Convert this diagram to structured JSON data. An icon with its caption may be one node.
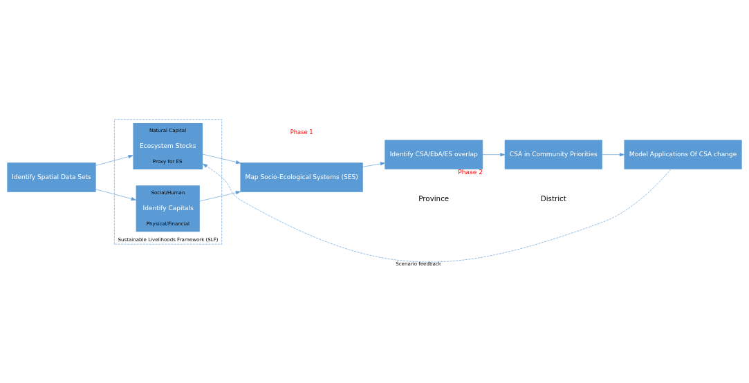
{
  "diagram": {
    "nodes": [
      {
        "text": [
          "Sustainable Livelihoods Framework (SLF)"
        ]
      },
      {
        "text": [
          "Identify Spatial Data Sets"
        ]
      },
      {
        "text": [
          "Natural Capital",
          "Ecosystem Stocks",
          "Proxy for ES"
        ],
        "in": 0
      },
      {
        "text": [
          "Social/Human",
          "Identify Capitals",
          "Physical/Financial"
        ],
        "in": 0
      },
      {
        "text": [
          "Map Socio-Ecological Systems (SES)"
        ]
      },
      {
        "text": [
          "Identify CSA/EbA/ES overlap"
        ],
        "beside": [
          "Phase 2"
        ]
      },
      {
        "text": [
          "CSA in Community Priorities"
        ]
      },
      {
        "text": [
          "Model Applications Of CSA change"
        ]
      }
    ],
    "edges": [
      {
        "from": 1,
        "to": 2,
        "arrow": "to"
      },
      {
        "from": 1,
        "to": 3,
        "arrow": "to"
      },
      {
        "from": 2,
        "to": 4,
        "arrow": "to"
      },
      {
        "from": 3,
        "to": 4,
        "arrow": "to"
      },
      {
        "from": 4,
        "to": 5,
        "arrow": "to"
      },
      {
        "from": 5,
        "to": 6,
        "arrow": "to"
      },
      {
        "from": 6,
        "to": 7,
        "arrow": "to"
      },
      {
        "from": 7,
        "to": 2,
        "arrow": "to",
        "style": "dashed",
        "label": "Scenario feedback"
      }
    ],
    "labels": [
      "Phase 1",
      "Province",
      "District"
    ]
  }
}
